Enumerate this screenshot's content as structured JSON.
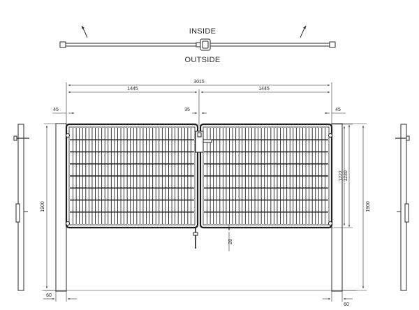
{
  "labels": {
    "inside": "INSIDE",
    "outside": "OUTSIDE"
  },
  "dimensions": {
    "overall_width": "3015",
    "leaf_width_left": "1445",
    "leaf_width_right": "1445",
    "post_offset_left": "45",
    "post_offset_right": "45",
    "leaf_gap": "35",
    "frame_height_1222": "1222",
    "frame_height_1230": "1230",
    "post_height_left": "1900",
    "post_height_right": "1900",
    "ground_clearance": "28",
    "post_width_left": "60",
    "post_width_right": "60"
  },
  "colors": {
    "line": "#2a2a2a",
    "leaf_frame": "#1c1c1c"
  }
}
